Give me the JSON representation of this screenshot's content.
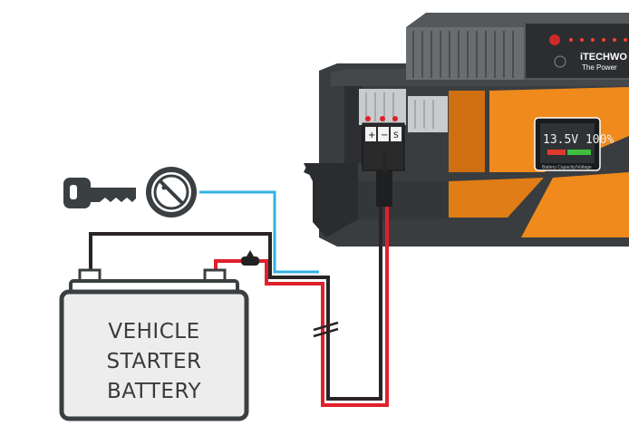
{
  "battery": {
    "line1": "VEHICLE",
    "line2": "STARTER",
    "line3": "BATTERY"
  },
  "device": {
    "brand": "iTECHWO",
    "tagline": "The Power",
    "display_reading": "13.5V 100%",
    "display_caption": "Battery Capacity/Voltage"
  },
  "colors": {
    "positive_wire": "#e0202b",
    "negative_wire": "#2a2424",
    "ignition_wire": "#33b3e0",
    "device_orange": "#f08a1c",
    "device_body": "#3a3d40"
  },
  "icons": [
    "key-icon",
    "ignition-switch-icon",
    "fuse-icon",
    "inline-break-icon"
  ]
}
